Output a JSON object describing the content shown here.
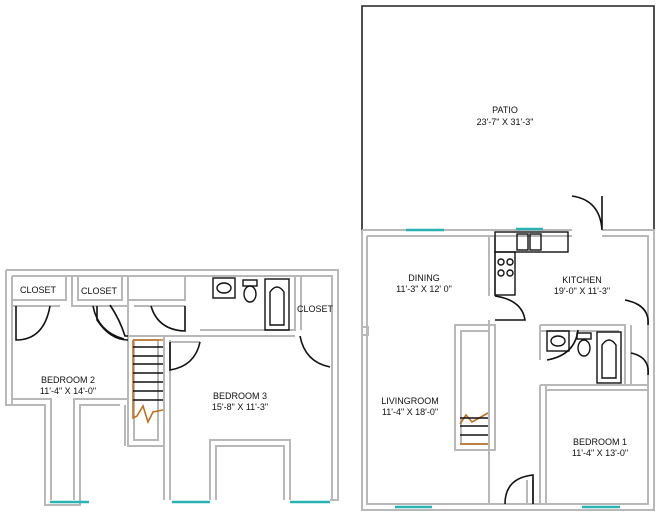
{
  "plan": {
    "upper_floor": {
      "rooms": [
        {
          "name": "CLOSET",
          "dims": ""
        },
        {
          "name": "CLOSET",
          "dims": ""
        },
        {
          "name": "CLOSET",
          "dims": ""
        },
        {
          "name": "BEDROOM 2",
          "dims": "11'-4\" X 14'-0\""
        },
        {
          "name": "BEDROOM 3",
          "dims": "15'-8\" X 11'-3\""
        }
      ]
    },
    "lower_floor": {
      "rooms": [
        {
          "name": "PATIO",
          "dims": "23'-7\" X 31'-3\""
        },
        {
          "name": "DINING",
          "dims": "11'-3\" X 12' 0\""
        },
        {
          "name": "KITCHEN",
          "dims": "19'-0\" X 11'-3\""
        },
        {
          "name": "LIVINGROOM",
          "dims": "11'-4\" X 18'-0\""
        },
        {
          "name": "BEDROOM 1",
          "dims": "11'-4\" X 13'-0\""
        }
      ]
    }
  },
  "colors": {
    "wall": "#b8b8b8",
    "window": "#2ab3b3",
    "stair_outline": "#c0701d",
    "linework": "#111111"
  }
}
